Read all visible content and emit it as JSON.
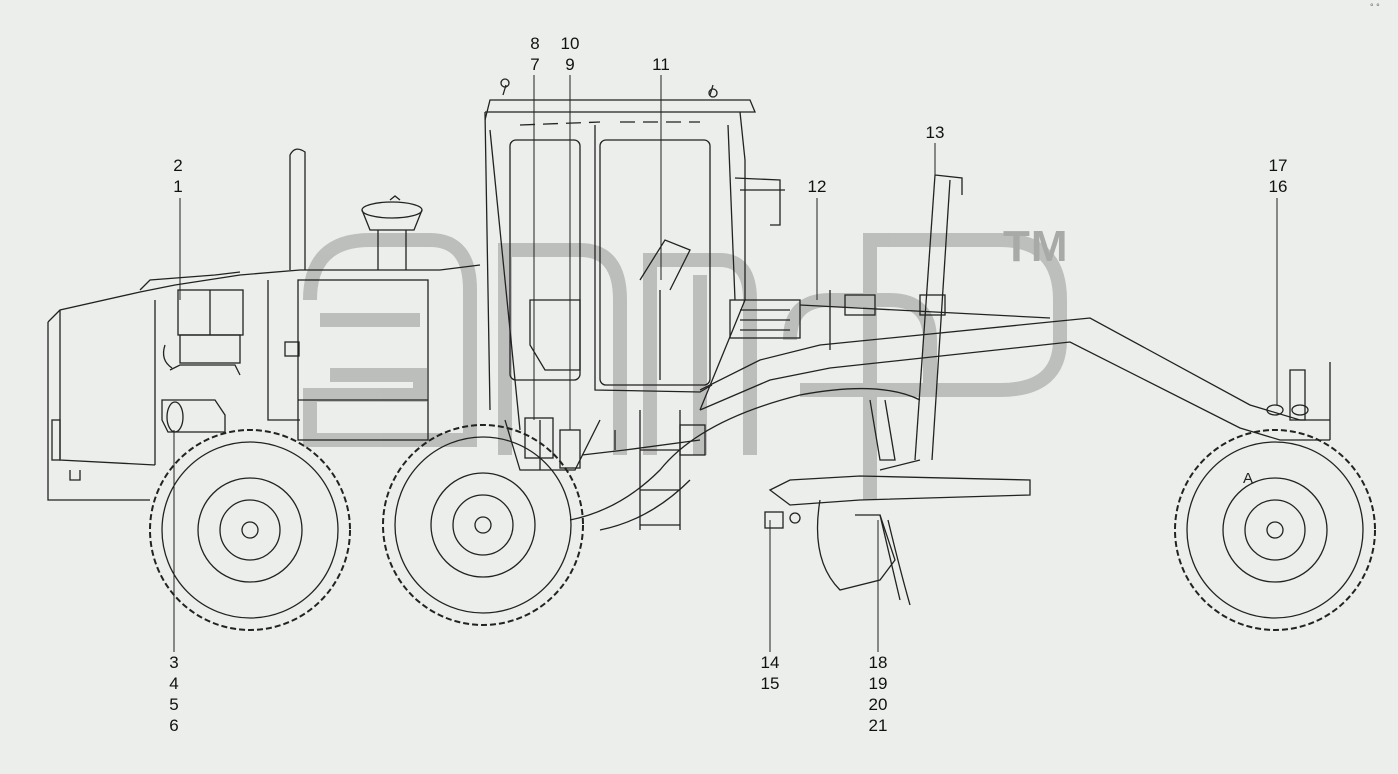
{
  "diagram": {
    "callouts": {
      "c2": "2",
      "c1": "1",
      "c8": "8",
      "c7": "7",
      "c10": "10",
      "c9": "9",
      "c11": "11",
      "c13": "13",
      "c12": "12",
      "c17": "17",
      "c16": "16",
      "c3": "3",
      "c4": "4",
      "c5": "5",
      "c6": "6",
      "c14": "14",
      "c15": "15",
      "c18": "18",
      "c19": "19",
      "c20": "20",
      "c21": "21"
    },
    "marker_a": "A",
    "watermark": {
      "trademark": "TM"
    },
    "corner_mark": "° °"
  }
}
